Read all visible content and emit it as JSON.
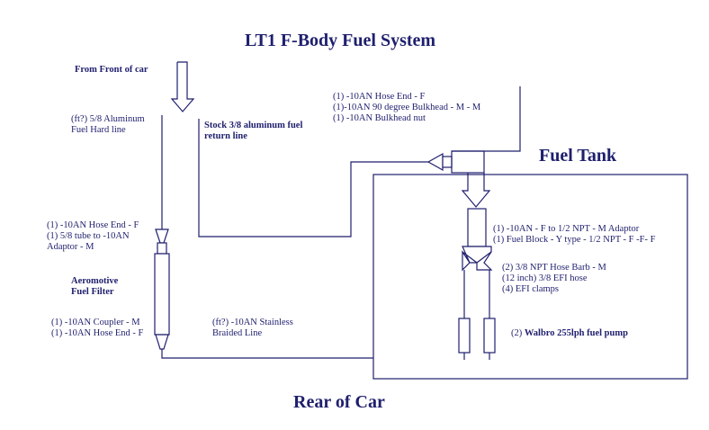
{
  "title": "LT1 F-Body Fuel System",
  "fuel_tank_label": "Fuel Tank",
  "rear_label": "Rear of Car",
  "from_front_label": "From Front of car",
  "hard_line_label": [
    "(ft?) 5/8 Aluminum",
    "Fuel Hard line"
  ],
  "return_line_label": [
    "Stock 3/8 aluminum fuel",
    "return line"
  ],
  "bulkhead_label": [
    "(1) -10AN Hose End - F",
    "(1)-10AN 90 degree Bulkhead - M - M",
    "(1) -10AN Bulkhead nut"
  ],
  "hose_end_top_label": [
    "(1) -10AN Hose End - F",
    "(1) 5/8 tube to -10AN",
    "Adaptor - M"
  ],
  "filter_label": [
    "Aeromotive",
    "Fuel Filter"
  ],
  "coupler_label": [
    "(1) -10AN Coupler - M",
    "(1) -10AN Hose End - F"
  ],
  "braided_label": [
    "(ft?) -10AN Stainless",
    "Braided Line"
  ],
  "adaptor_label": [
    "(1) -10AN - F to 1/2 NPT - M Adaptor",
    "(1) Fuel Block - Y type - 1/2 NPT - F -F- F"
  ],
  "barb_label": [
    "(2) 3/8 NPT Hose Barb - M",
    "(12 inch) 3/8 EFI hose",
    "(4) EFI clamps"
  ],
  "pump_label": {
    "prefix": "(2) ",
    "name": "Walbro 255lph fuel pump"
  },
  "colors": {
    "ink": "#1f1f6e",
    "background": "#ffffff"
  }
}
